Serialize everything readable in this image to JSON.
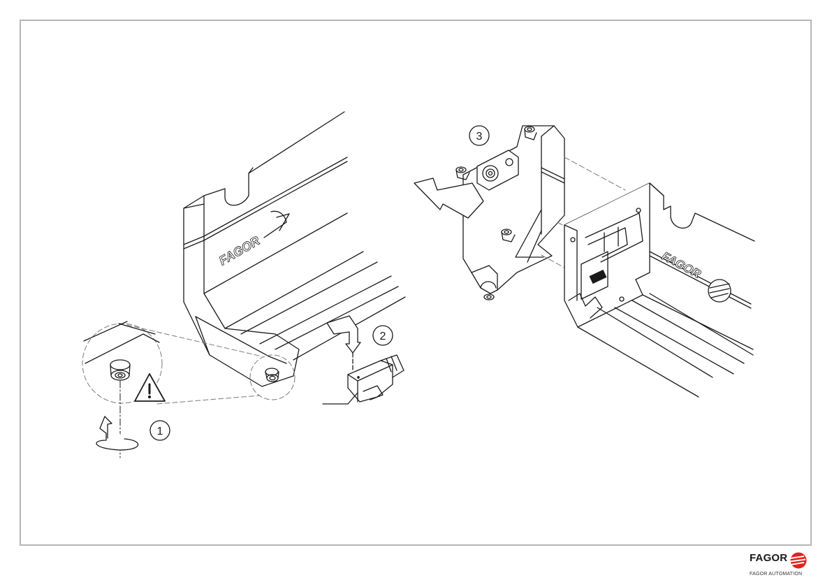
{
  "steps": {
    "one": "1",
    "two": "2",
    "three": "3"
  },
  "brand": {
    "engraving": "FAGOR",
    "footer_name": "FAGOR",
    "footer_sub": "FAGOR AUTOMATION"
  },
  "colors": {
    "line": "#1a1a1a",
    "frame": "#b5b5b5",
    "dash": "#7a7a7a",
    "brand_red": "#e2231a"
  },
  "icons": [
    "warning-icon",
    "rotation-arrow-icon",
    "insertion-arrow-icon",
    "down-arrow-icon",
    "fagor-logo-icon"
  ]
}
